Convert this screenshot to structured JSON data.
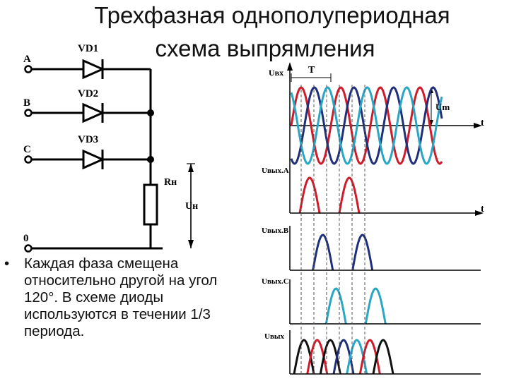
{
  "title": {
    "line1": "Трехфазная однополупериодная",
    "line2": "схема выпрямления"
  },
  "circuit": {
    "inputs": [
      "A",
      "B",
      "C",
      "0"
    ],
    "diodes": [
      "VD1",
      "VD2",
      "VD3"
    ],
    "load_label": "Rн",
    "voltage_label": "Uн"
  },
  "waveforms": {
    "input_axis_label": "Uвх",
    "period_label": "T",
    "amplitude_label": "Um",
    "time_label": "t",
    "out_labels": [
      "Uвых.A",
      "Uвых.B",
      "Uвых.C",
      "Uвых"
    ]
  },
  "colors": {
    "phaseA": "#d01c2a",
    "phaseB": "#1f2f7a",
    "phaseC": "#2aa6c4",
    "sum": "#111111"
  },
  "bullet": {
    "text": "Каждая фаза смещена относительно другой на угол 120°. В схеме диоды используются в течении 1/3 периода."
  }
}
